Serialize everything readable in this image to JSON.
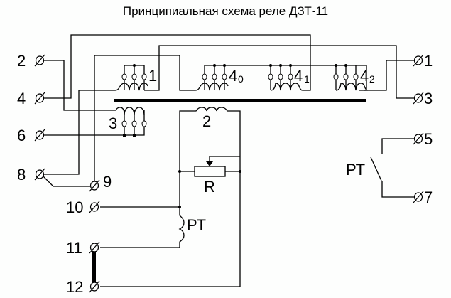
{
  "title": "Принципиальная схема реле ДЗТ-11",
  "terminals": {
    "t1": "1",
    "t2": "2",
    "t3": "3",
    "t4": "4",
    "t5": "5",
    "t6": "6",
    "t7": "7",
    "t8": "8",
    "t9": "9",
    "t10": "10",
    "t11": "11",
    "t12": "12"
  },
  "windings": {
    "w1": {
      "main": "1",
      "sub": ""
    },
    "w2": {
      "main": "2",
      "sub": ""
    },
    "w3": {
      "main": "3",
      "sub": ""
    },
    "w40": {
      "main": "4",
      "sub": "0"
    },
    "w41": {
      "main": "4",
      "sub": "1"
    },
    "w42": {
      "main": "4",
      "sub": "2"
    }
  },
  "resistor_label": "R",
  "relay_coil_label": "РТ",
  "relay_contact_label": "РТ"
}
